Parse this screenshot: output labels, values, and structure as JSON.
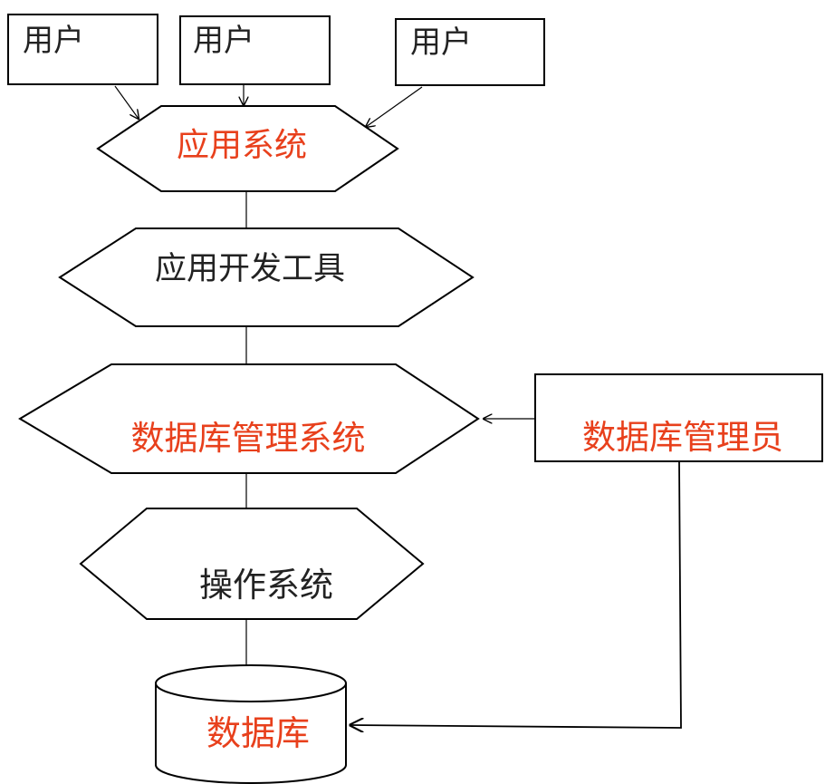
{
  "colors": {
    "accent": "#E8401C",
    "text": "#222222",
    "stroke": "#000000"
  },
  "users": [
    {
      "label": "用户"
    },
    {
      "label": "用户"
    },
    {
      "label": "用户"
    }
  ],
  "layers": {
    "application_system": "应用系统",
    "dev_tools": "应用开发工具",
    "dbms": "数据库管理系统",
    "operating_system": "操作系统",
    "database": "数据库"
  },
  "dba": {
    "label": "数据库管理员"
  }
}
